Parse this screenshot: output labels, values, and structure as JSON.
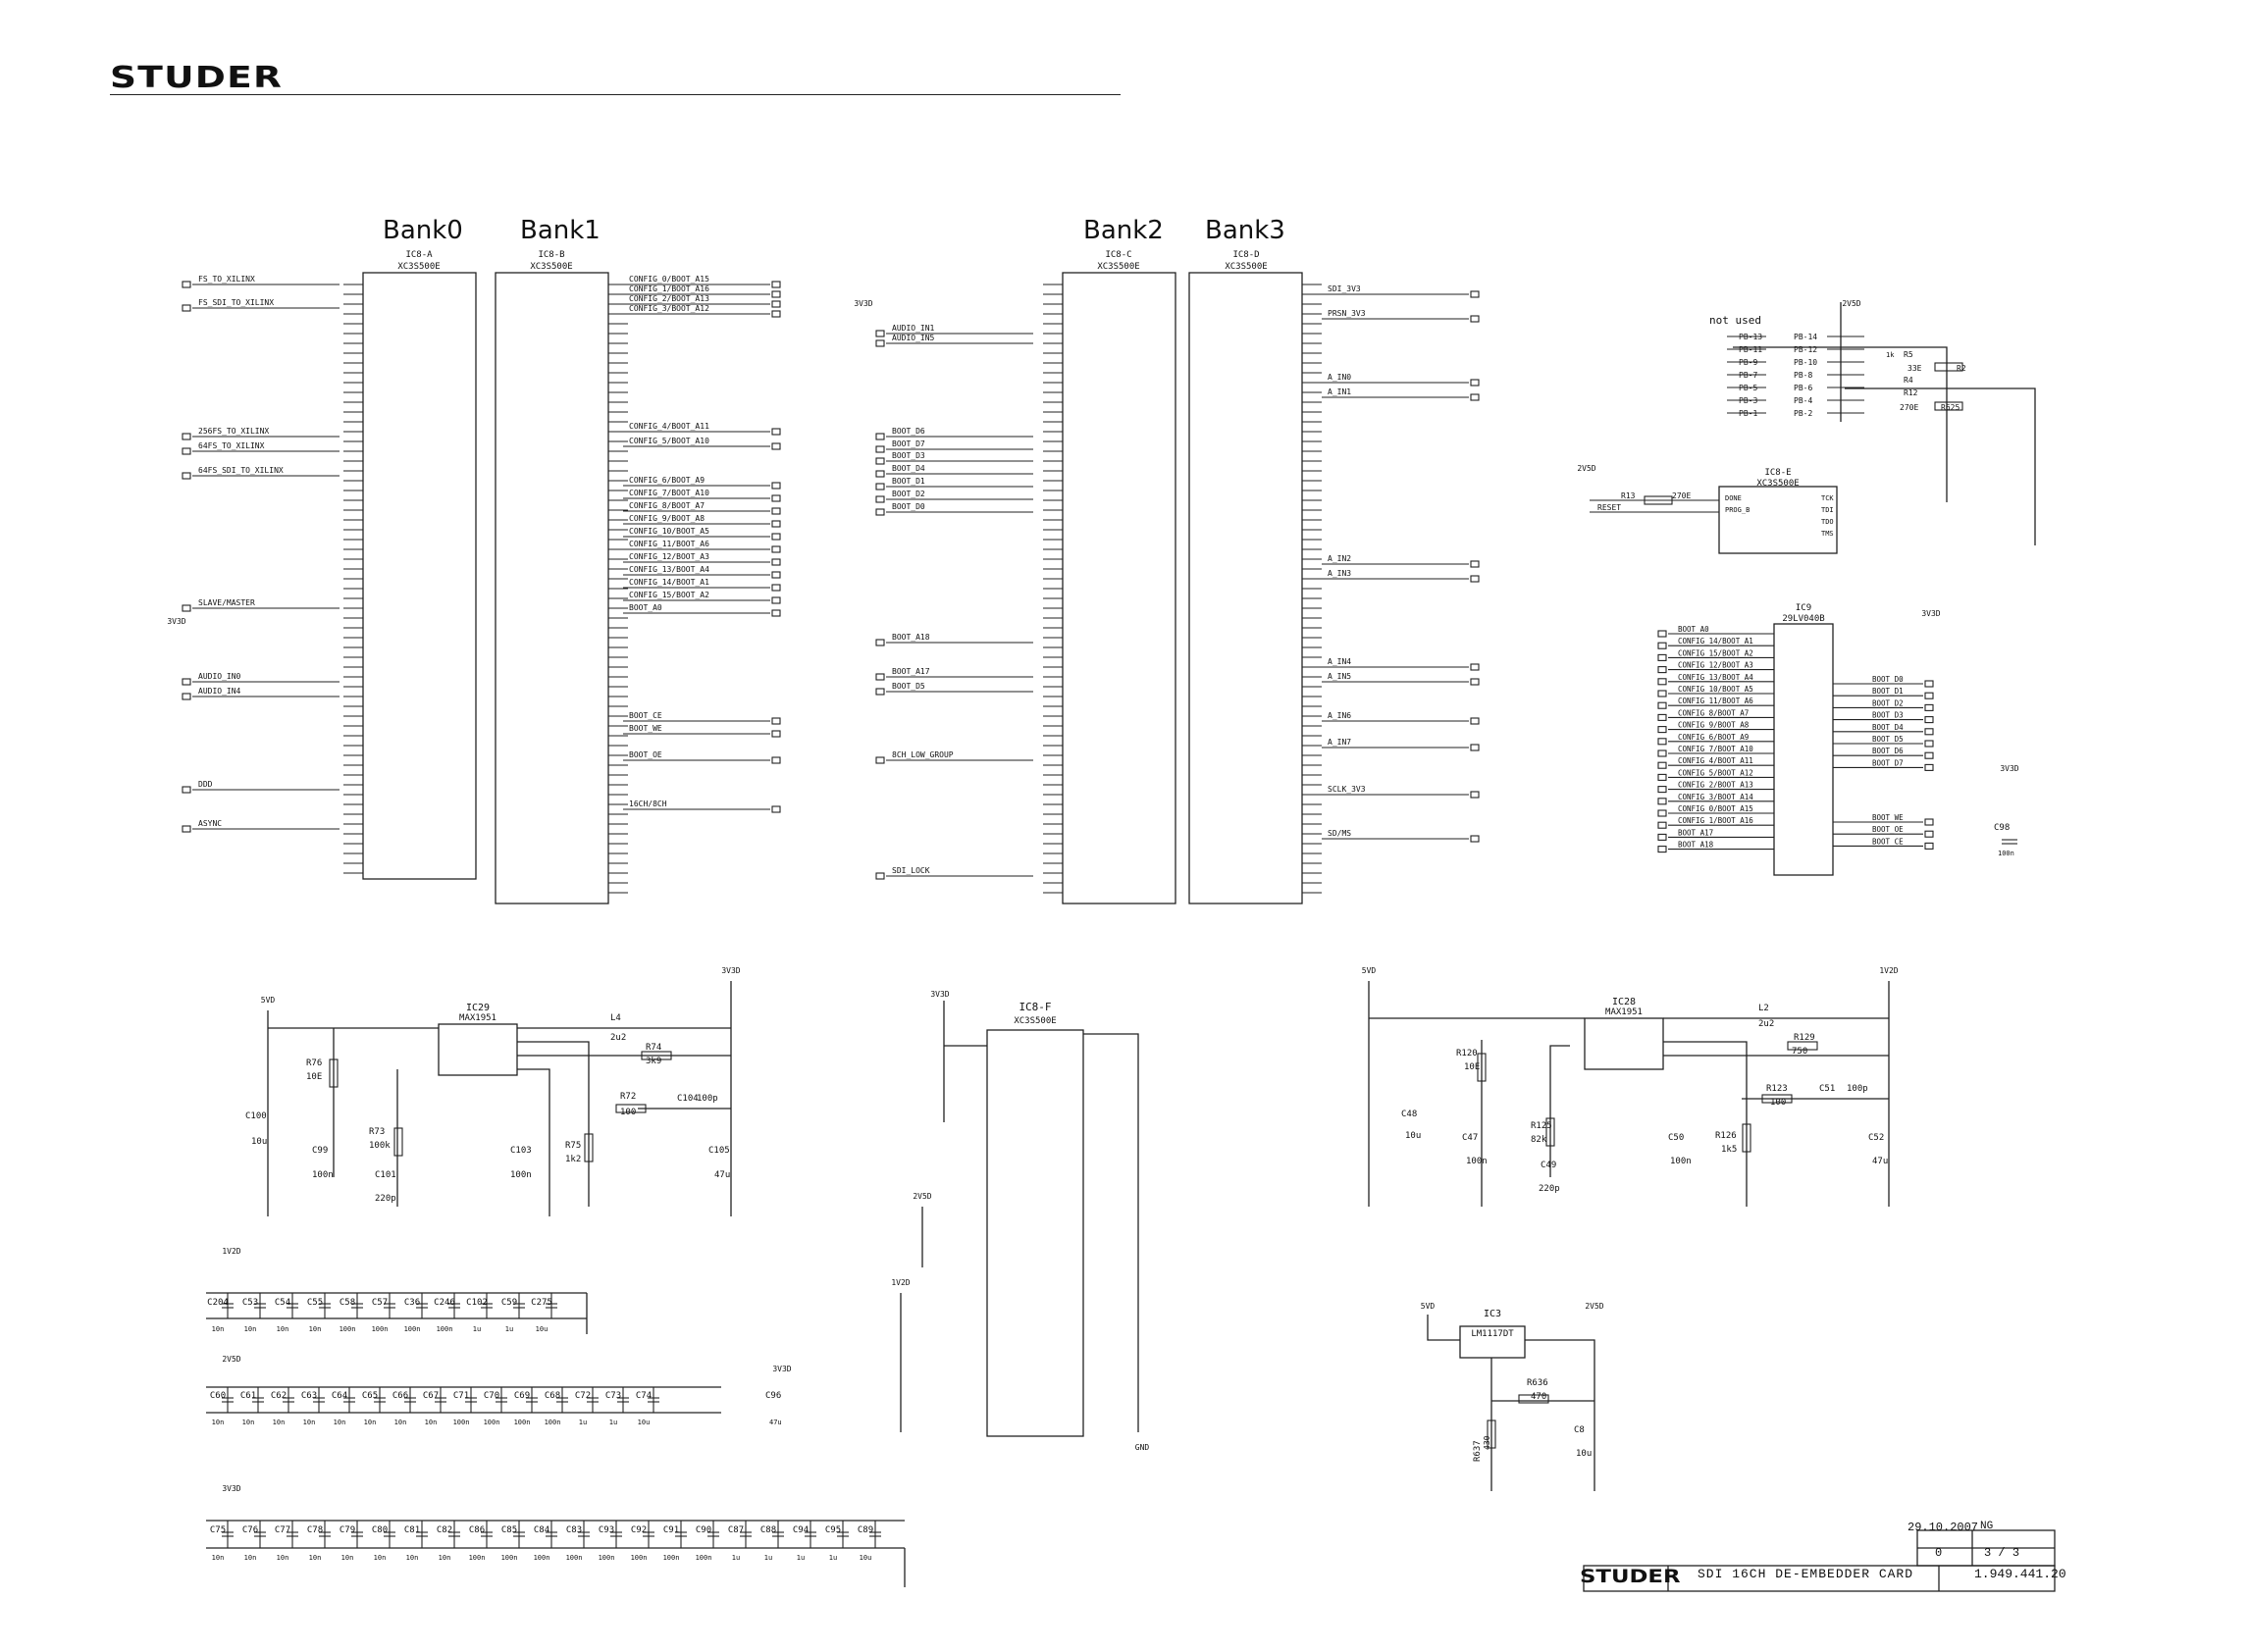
{
  "header": {
    "logo": "STUDER"
  },
  "banks": [
    "Bank0",
    "Bank1",
    "Bank2",
    "Bank3"
  ],
  "chips": {
    "ic8a": {
      "ref": "IC8-A",
      "part": "XC3S500E"
    },
    "ic8b": {
      "ref": "IC8-B",
      "part": "XC3S500E"
    },
    "ic8c": {
      "ref": "IC8-C",
      "part": "XC3S500E"
    },
    "ic8d": {
      "ref": "IC8-D",
      "part": "XC3S500E"
    },
    "ic8e": {
      "ref": "IC8-E",
      "part": "XC3S500E"
    },
    "ic8f": {
      "ref": "IC8-F",
      "part": "XC3S500E"
    },
    "ic9": {
      "ref": "IC9",
      "part": "29LV040B"
    },
    "ic29": {
      "ref": "IC29",
      "part": "MAX1951"
    },
    "ic28": {
      "ref": "IC28",
      "part": "MAX1951"
    },
    "ic3": {
      "ref": "IC3",
      "part": "LM1117DT"
    }
  },
  "signals": {
    "bank0": [
      "FS_TO_XILINX",
      "FS_SDI_TO_XILINX",
      "256FS_TO_XILINX",
      "64FS_TO_XILINX",
      "64FS_SDI_TO_XILINX",
      "SLAVE/MASTER",
      "AUDIO_IN0",
      "AUDIO_IN4",
      "DDD",
      "ASYNC"
    ],
    "bank1": [
      "CONFIG_0/BOOT_A15",
      "CONFIG_1/BOOT_A16",
      "CONFIG_2/BOOT_A13",
      "CONFIG_3/BOOT_A12",
      "CONFIG_4/BOOT_A11",
      "CONFIG_5/BOOT_A10",
      "CONFIG_6/BOOT_A9",
      "CONFIG_7/BOOT_A10",
      "CONFIG_8/BOOT_A7",
      "CONFIG_9/BOOT_A8",
      "CONFIG_10/BOOT_A5",
      "CONFIG_11/BOOT_A6",
      "CONFIG_12/BOOT_A3",
      "CONFIG_13/BOOT_A4",
      "CONFIG_14/BOOT_A1",
      "CONFIG_15/BOOT_A2",
      "BOOT_A0",
      "BOOT_CE",
      "BOOT_WE",
      "BOOT_OE",
      "16CH/8CH"
    ],
    "bank2": [
      "AUDIO_IN1",
      "AUDIO_IN5",
      "BOOT_D6",
      "BOOT_D7",
      "BOOT_D3",
      "BOOT_D4",
      "BOOT_D1",
      "BOOT_D2",
      "BOOT_D0",
      "BOOT_A18",
      "BOOT_A17",
      "BOOT_D5",
      "8CH_LOW_GROUP",
      "SDI_LOCK"
    ],
    "bank3": [
      "SDI_3V3",
      "PRSN_3V3",
      "A_IN0",
      "A_IN1",
      "A_IN2",
      "A_IN3",
      "A_IN4",
      "A_IN5",
      "A_IN6",
      "A_IN7",
      "SCLK_3V3",
      "SD/MS"
    ]
  },
  "config": {
    "not_used_label": "not used",
    "pins_left": [
      "PB-13",
      "PB-11",
      "PB-9",
      "PB-7",
      "PB-5",
      "PB-3",
      "PB-1"
    ],
    "pins_right": [
      "PB-14",
      "PB-12",
      "PB-10",
      "PB-8",
      "PB-6",
      "PB-4",
      "PB-2"
    ],
    "resistors": [
      "R5",
      "R4",
      "R12",
      "R2",
      "R625",
      "R13"
    ],
    "values": [
      "1k",
      "33E",
      "270E",
      "270E"
    ],
    "jtag": [
      "DONE",
      "PROG_B",
      "TCK",
      "TDI",
      "TDO",
      "TMS"
    ],
    "reset": "RESET"
  },
  "ic9_pins_left": [
    "BOOT_A0",
    "CONFIG_14/BOOT_A1",
    "CONFIG_15/BOOT_A2",
    "CONFIG_12/BOOT_A3",
    "CONFIG_13/BOOT_A4",
    "CONFIG_10/BOOT_A5",
    "CONFIG_11/BOOT_A6",
    "CONFIG_8/BOOT_A7",
    "CONFIG_9/BOOT_A8",
    "CONFIG_6/BOOT_A9",
    "CONFIG_7/BOOT_A10",
    "CONFIG_4/BOOT_A11",
    "CONFIG_5/BOOT_A12",
    "CONFIG_2/BOOT_A13",
    "CONFIG_3/BOOT_A14",
    "CONFIG_0/BOOT_A15",
    "CONFIG_1/BOOT_A16",
    "BOOT_A17",
    "BOOT_A18"
  ],
  "ic9_pins_right": [
    "BOOT_D0",
    "BOOT_D1",
    "BOOT_D2",
    "BOOT_D3",
    "BOOT_D4",
    "BOOT_D5",
    "BOOT_D6",
    "BOOT_D7",
    "BOOT_WE",
    "BOOT_OE",
    "BOOT_CE"
  ],
  "rails": {
    "r3v3": "3V3D",
    "r5v": "5VD",
    "r1v2": "1V2D",
    "r2v5": "2V5D",
    "gnd": "GND"
  },
  "passives": {
    "c98": [
      "C98",
      "100n"
    ],
    "ic29": [
      "L4",
      "2u2",
      "R74",
      "3k9",
      "R72",
      "100",
      "C104",
      "100p",
      "R76",
      "10E",
      "R73",
      "100k",
      "C101",
      "220p",
      "C99",
      "100n",
      "C100",
      "10u",
      "C103",
      "100n",
      "R75",
      "1k2",
      "C105",
      "47u"
    ],
    "ic28": [
      "L2",
      "2u2",
      "R129",
      "750",
      "R123",
      "100",
      "C51",
      "100p",
      "R120",
      "10E",
      "R125",
      "82k",
      "C49",
      "220p",
      "C47",
      "100n",
      "C48",
      "10u",
      "C50",
      "100n",
      "R126",
      "1k5",
      "C52",
      "47u"
    ],
    "ic3": [
      "R636",
      "470",
      "R637",
      "430",
      "C8",
      "10u"
    ]
  },
  "cap_rows": {
    "row1": {
      "names": [
        "C204",
        "C53",
        "C54",
        "C55",
        "C58",
        "C57",
        "C36",
        "C246",
        "C102",
        "C59",
        "C275"
      ],
      "values": [
        "10n",
        "10n",
        "10n",
        "10n",
        "100n",
        "100n",
        "100n",
        "100n",
        "1u",
        "1u",
        "10u"
      ]
    },
    "row2": {
      "names": [
        "C60",
        "C61",
        "C62",
        "C63",
        "C64",
        "C65",
        "C66",
        "C67",
        "C71",
        "C70",
        "C69",
        "C68",
        "C72",
        "C73",
        "C74"
      ],
      "values": [
        "10n",
        "10n",
        "10n",
        "10n",
        "10n",
        "10n",
        "10n",
        "10n",
        "100n",
        "100n",
        "100n",
        "100n",
        "1u",
        "1u",
        "10u"
      ]
    },
    "c96": [
      "C96",
      "47u"
    ],
    "row3": {
      "names": [
        "C75",
        "C76",
        "C77",
        "C78",
        "C79",
        "C80",
        "C81",
        "C82",
        "C86",
        "C85",
        "C84",
        "C83",
        "C93",
        "C92",
        "C91",
        "C90",
        "C87",
        "C88",
        "C94",
        "C95",
        "C89"
      ],
      "values": [
        "10n",
        "10n",
        "10n",
        "10n",
        "10n",
        "10n",
        "10n",
        "10n",
        "100n",
        "100n",
        "100n",
        "100n",
        "100n",
        "100n",
        "100n",
        "100n",
        "1u",
        "1u",
        "1u",
        "1u",
        "10u"
      ]
    }
  },
  "title_block": {
    "logo": "STUDER",
    "title": "SDI 16CH DE-EMBEDDER CARD",
    "date": "29.10.2007",
    "author": "NG",
    "rev": "0",
    "page": "3",
    "pages": "3",
    "docno": "1.949.441.20"
  }
}
